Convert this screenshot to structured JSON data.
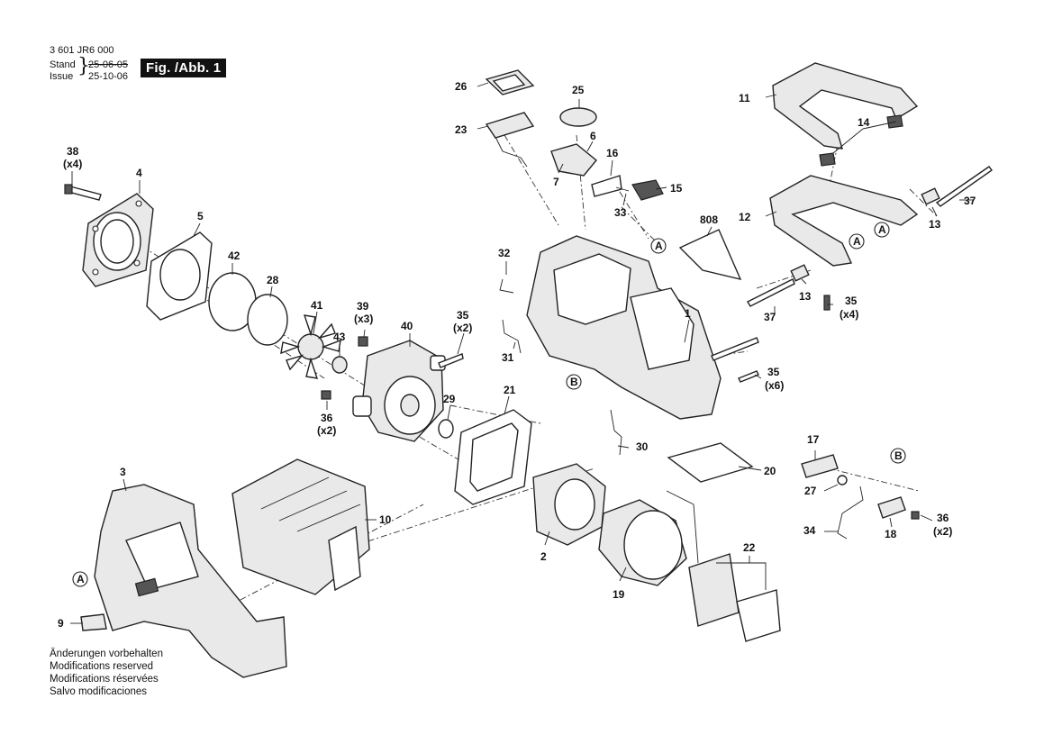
{
  "header": {
    "part_number": "3 601 JR6 000",
    "stand_label": "Stand",
    "stand_date_old": "25-06-05",
    "issue_label": "Issue",
    "issue_date": "25-10-06",
    "figure_label": "Fig. /Abb. 1"
  },
  "notes": [
    "Änderungen vorbehalten",
    "Modifications reserved",
    "Modifications réservées",
    "Salvo modificaciones"
  ],
  "callouts": {
    "c1": "1",
    "c2": "2",
    "c3": "3",
    "c4": "4",
    "c5": "5",
    "c6": "6",
    "c7": "7",
    "c9": "9",
    "c10": "10",
    "c11": "11",
    "c12": "12",
    "c13a": "13",
    "c13b": "13",
    "c14": "14",
    "c15": "15",
    "c16": "16",
    "c17": "17",
    "c18": "18",
    "c19": "19",
    "c20": "20",
    "c21": "21",
    "c22": "22",
    "c23": "23",
    "c25": "25",
    "c26": "26",
    "c27": "27",
    "c28": "28",
    "c29": "29",
    "c30": "30",
    "c31": "31",
    "c32": "32",
    "c33": "33",
    "c34": "34",
    "c35a": "35",
    "c35b": "35",
    "c35c": "35",
    "c36a": "36",
    "c36b": "36",
    "c37a": "37",
    "c37b": "37",
    "c38": "38",
    "c39": "39",
    "c40": "40",
    "c41": "41",
    "c42": "42",
    "c43": "43",
    "c808": "808"
  },
  "quantities": {
    "q38": "(x4)",
    "q39": "(x3)",
    "q35a": "(x2)",
    "q35b": "(x4)",
    "q35c": "(x6)",
    "q36a": "(x2)",
    "q36b": "(x2)"
  },
  "reference_markers": {
    "a1": "A",
    "a2": "A",
    "a3": "A",
    "a4": "A",
    "b1": "B",
    "b2": "B"
  }
}
